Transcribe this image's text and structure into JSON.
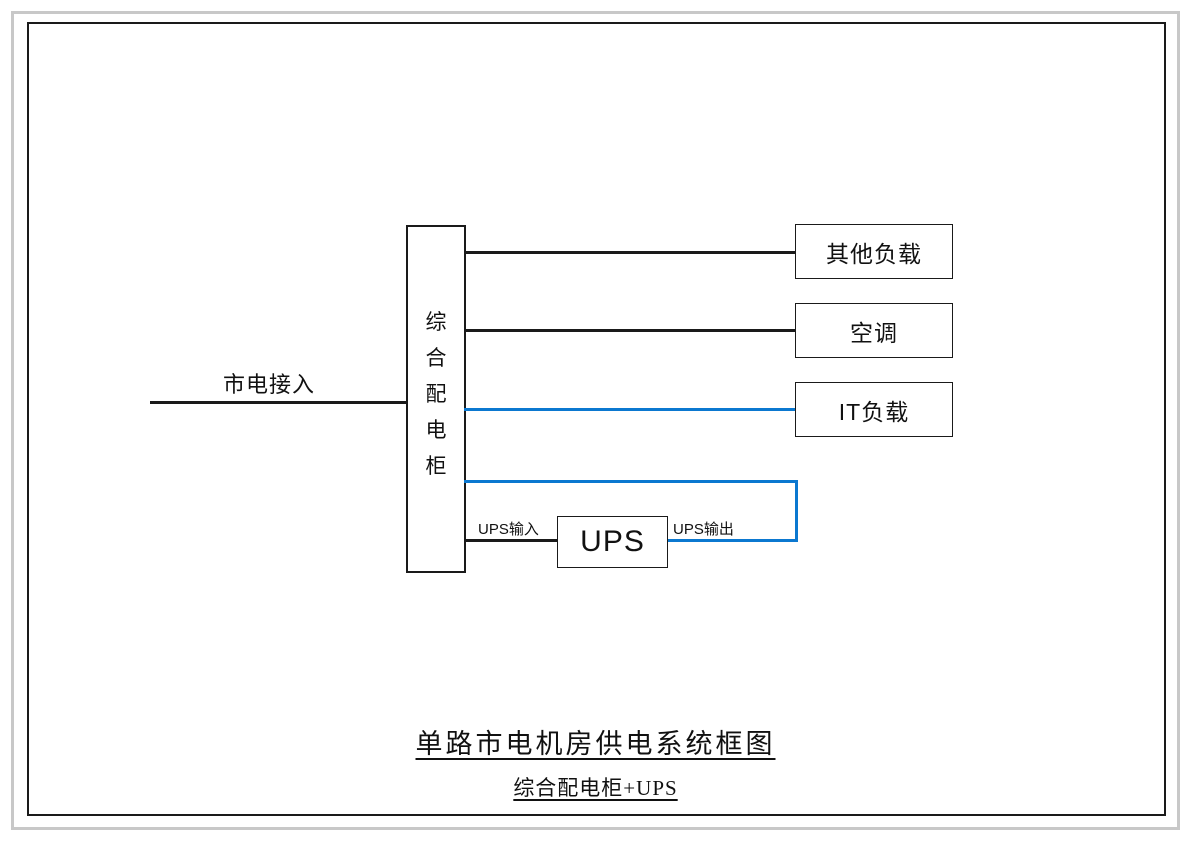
{
  "diagram": {
    "title": "单路市电机房供电系统框图",
    "subtitle": "综合配电柜+UPS",
    "colors": {
      "line_black": "#1a1a1a",
      "line_blue": "#0b78d0",
      "frame_gray": "#c8c8c8",
      "background": "#ffffff"
    },
    "source": {
      "label": "市电接入"
    },
    "cabinet": {
      "label": "综合配电柜"
    },
    "ups": {
      "label": "UPS",
      "input_label": "UPS输入",
      "output_label": "UPS输出"
    },
    "loads": [
      {
        "label": "其他负载",
        "feed": "black"
      },
      {
        "label": "空调",
        "feed": "black"
      },
      {
        "label": "IT负载",
        "feed": "blue"
      }
    ]
  }
}
